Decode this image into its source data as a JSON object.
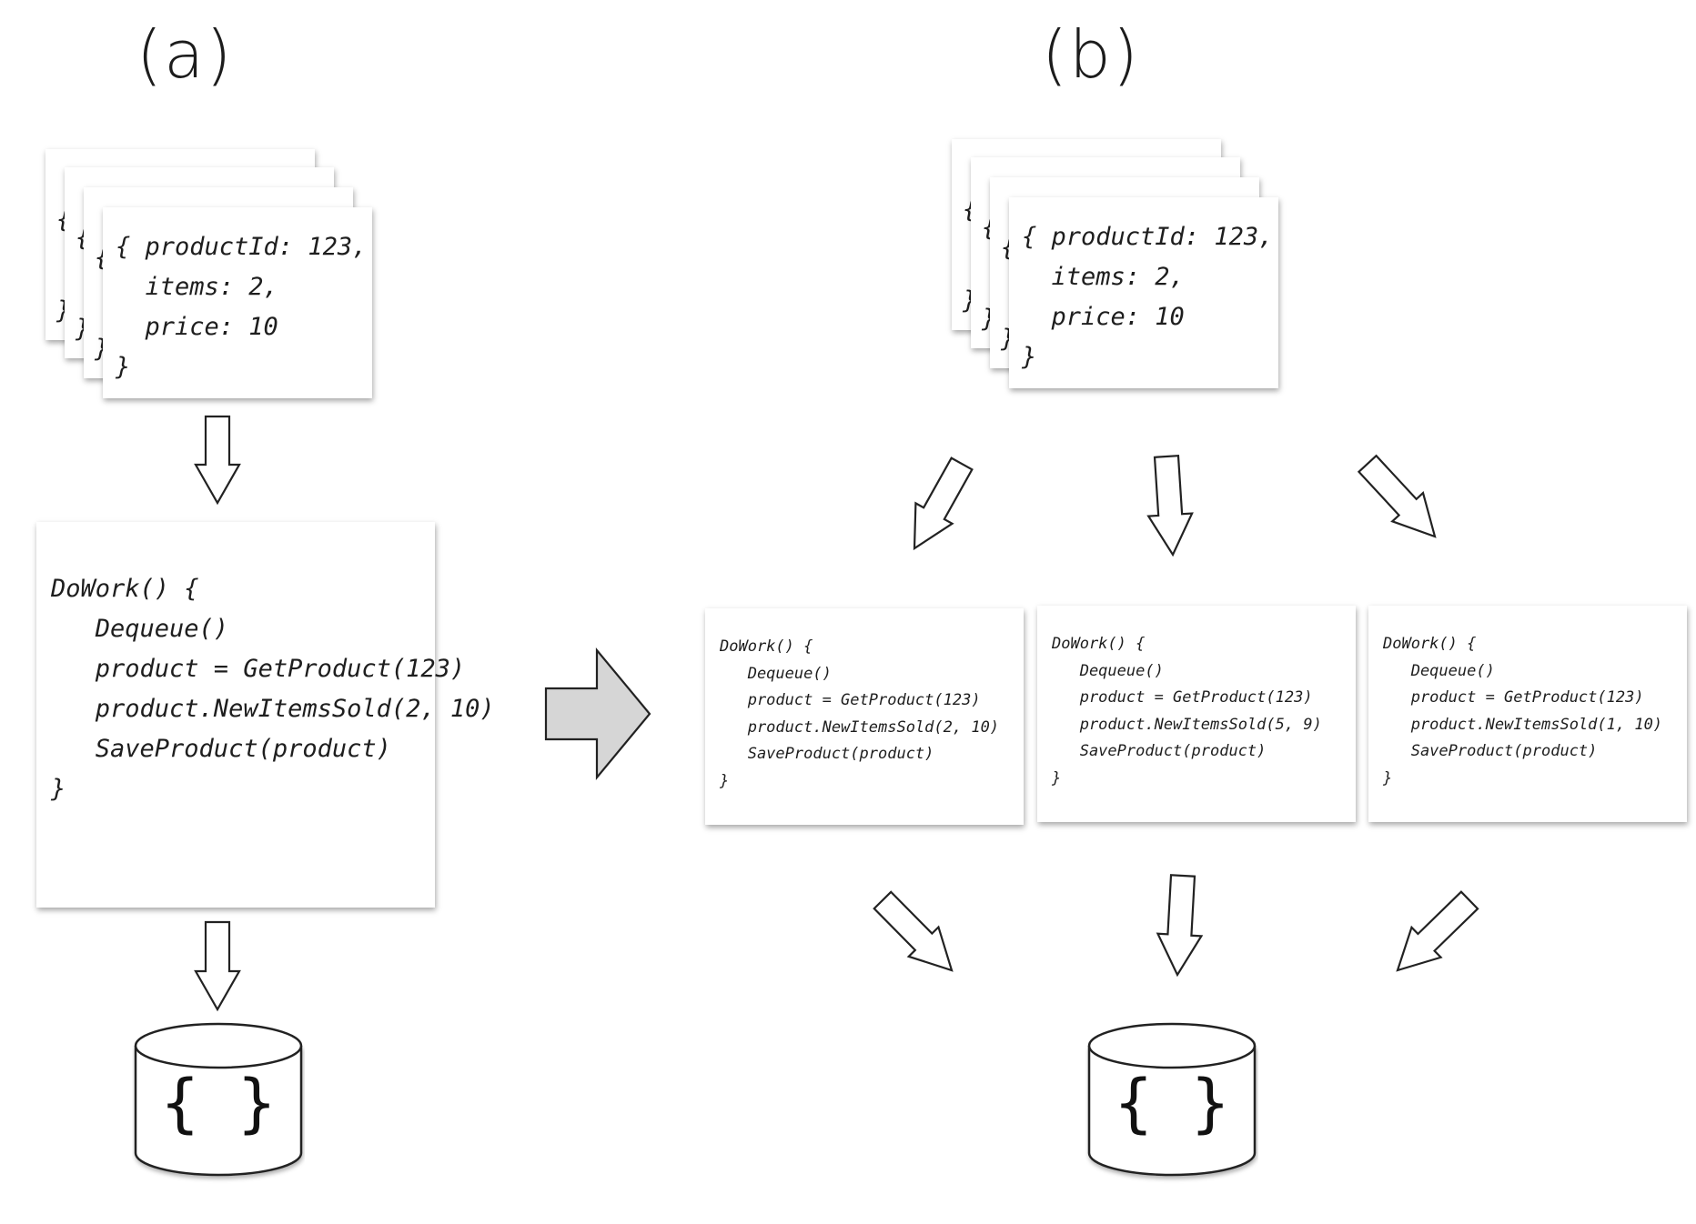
{
  "labels": {
    "a": "(a)",
    "b": "(b)"
  },
  "message": {
    "lines": [
      "{ productId: 123,",
      "  items: 2,",
      "  price: 10",
      "}"
    ],
    "stub_brace_open": "{",
    "stub_brace_close": "}"
  },
  "workers": {
    "a": {
      "lines": [
        "DoWork() {",
        "   Dequeue()",
        "   product = GetProduct(123)",
        "   product.NewItemsSold(2, 10)",
        "   SaveProduct(product)",
        "}"
      ]
    },
    "b": [
      {
        "lines": [
          "DoWork() {",
          "   Dequeue()",
          "   product = GetProduct(123)",
          "   product.NewItemsSold(2, 10)",
          "   SaveProduct(product)",
          "}"
        ]
      },
      {
        "lines": [
          "DoWork() {",
          "   Dequeue()",
          "   product = GetProduct(123)",
          "   product.NewItemsSold(5, 9)",
          "   SaveProduct(product)",
          "}"
        ]
      },
      {
        "lines": [
          "DoWork() {",
          "   Dequeue()",
          "   product = GetProduct(123)",
          "   product.NewItemsSold(1, 10)",
          "   SaveProduct(product)",
          "}"
        ]
      }
    ]
  },
  "database": {
    "symbol": "{ }"
  },
  "colors": {
    "big_arrow_fill": "#d6d6d6",
    "stroke": "#222222"
  }
}
